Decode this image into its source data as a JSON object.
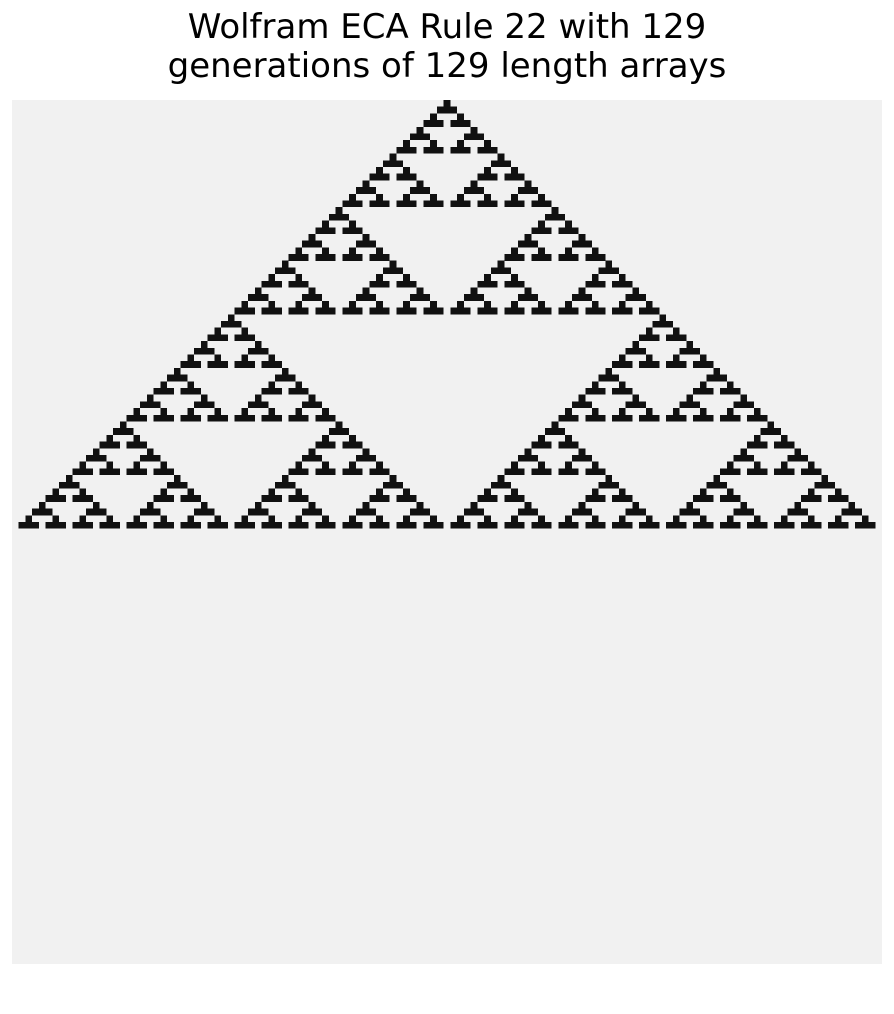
{
  "title": {
    "line1": "Wolfram ECA Rule 22 with 129",
    "line2": "generations of 129 length arrays"
  },
  "automaton": {
    "rule": 22,
    "width": 129,
    "generations": 129,
    "drawn_generations": 64,
    "initial_state": "single live cell at center",
    "boundary": "fixed dead"
  },
  "colors": {
    "live": "#111111",
    "dead": "#f1f1f1",
    "page_background": "#ffffff"
  }
}
